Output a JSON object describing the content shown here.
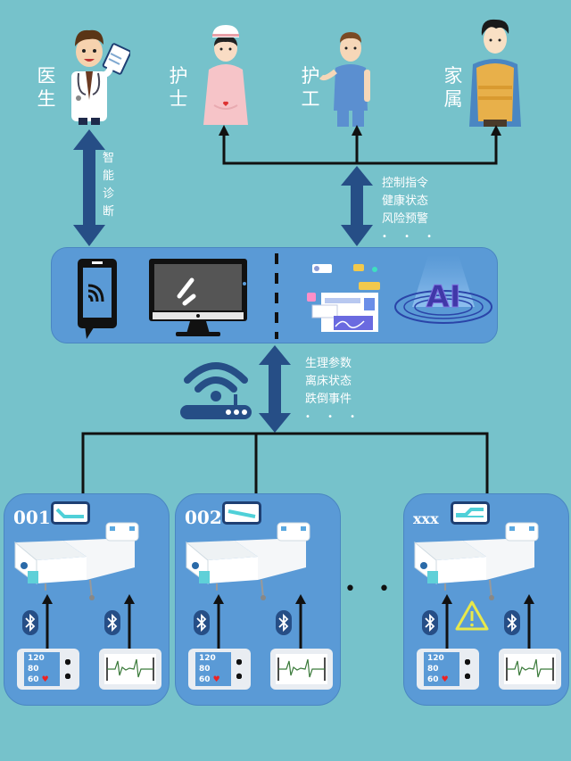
{
  "roles": [
    {
      "id": "doctor",
      "label": "医生"
    },
    {
      "id": "nurse",
      "label": "护士"
    },
    {
      "id": "caregiver",
      "label": "护工"
    },
    {
      "id": "family",
      "label": "家属"
    }
  ],
  "doctor_link": {
    "label": "智能诊断"
  },
  "staff_link": {
    "lines": [
      "控制指令",
      "健康状态",
      "风险预警"
    ],
    "ellipsis": "• • •"
  },
  "platform": {
    "devices": [
      "mobile-app",
      "desktop-monitor",
      "data-dashboard",
      "ai-engine"
    ],
    "ai_text": "AI"
  },
  "gateway_link": {
    "lines": [
      "生理参数",
      "离床状态",
      "跌倒事件"
    ],
    "ellipsis": "• • •"
  },
  "beds": [
    {
      "id": "001",
      "alert": false,
      "bp": [
        "120",
        "80",
        "60"
      ]
    },
    {
      "id": "002",
      "alert": false,
      "bp": [
        "120",
        "80",
        "60"
      ]
    },
    {
      "id": "xxx",
      "alert": true,
      "bp": [
        "120",
        "80",
        "60"
      ]
    }
  ],
  "beds_ellipsis": "• • •",
  "colors": {
    "background": "#76C2CB",
    "panel": "#5A9AD6",
    "arrow": "#264E86",
    "line": "#111111",
    "alert": "#E8E84A"
  }
}
